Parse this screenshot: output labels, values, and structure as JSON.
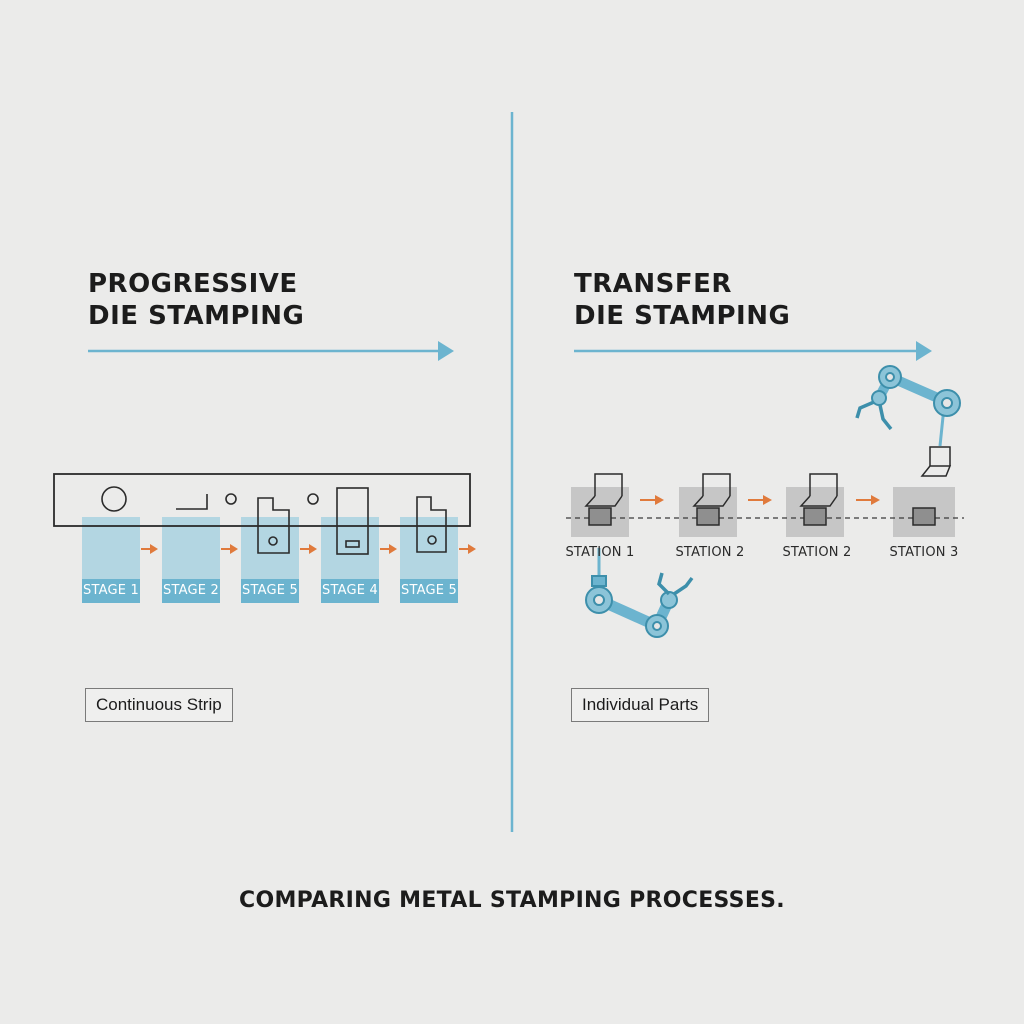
{
  "left": {
    "title_line1": "PROGRESSIVE",
    "title_line2": "DIE STAMPING",
    "stages": [
      "STAGE 1",
      "STAGE 2",
      "STAGE 5",
      "STAGE 4",
      "STAGE 5"
    ],
    "strip_label": "Continuous Strip"
  },
  "right": {
    "title_line1": "TRANSFER",
    "title_line2": "DIE STAMPING",
    "stations": [
      "STATION 1",
      "STATION 2",
      "STATION 2",
      "STATION 3"
    ],
    "parts_label": "Individual Parts"
  },
  "caption": "COMPARING METAL STAMPING PROCESSES.",
  "colors": {
    "accent_blue": "#6cb4cf",
    "arrow_orange": "#e07a3c",
    "station_gray": "#c6c6c6"
  },
  "icons": [
    "robot-arm-icon",
    "bracket-part-icon",
    "flow-arrow-icon"
  ]
}
